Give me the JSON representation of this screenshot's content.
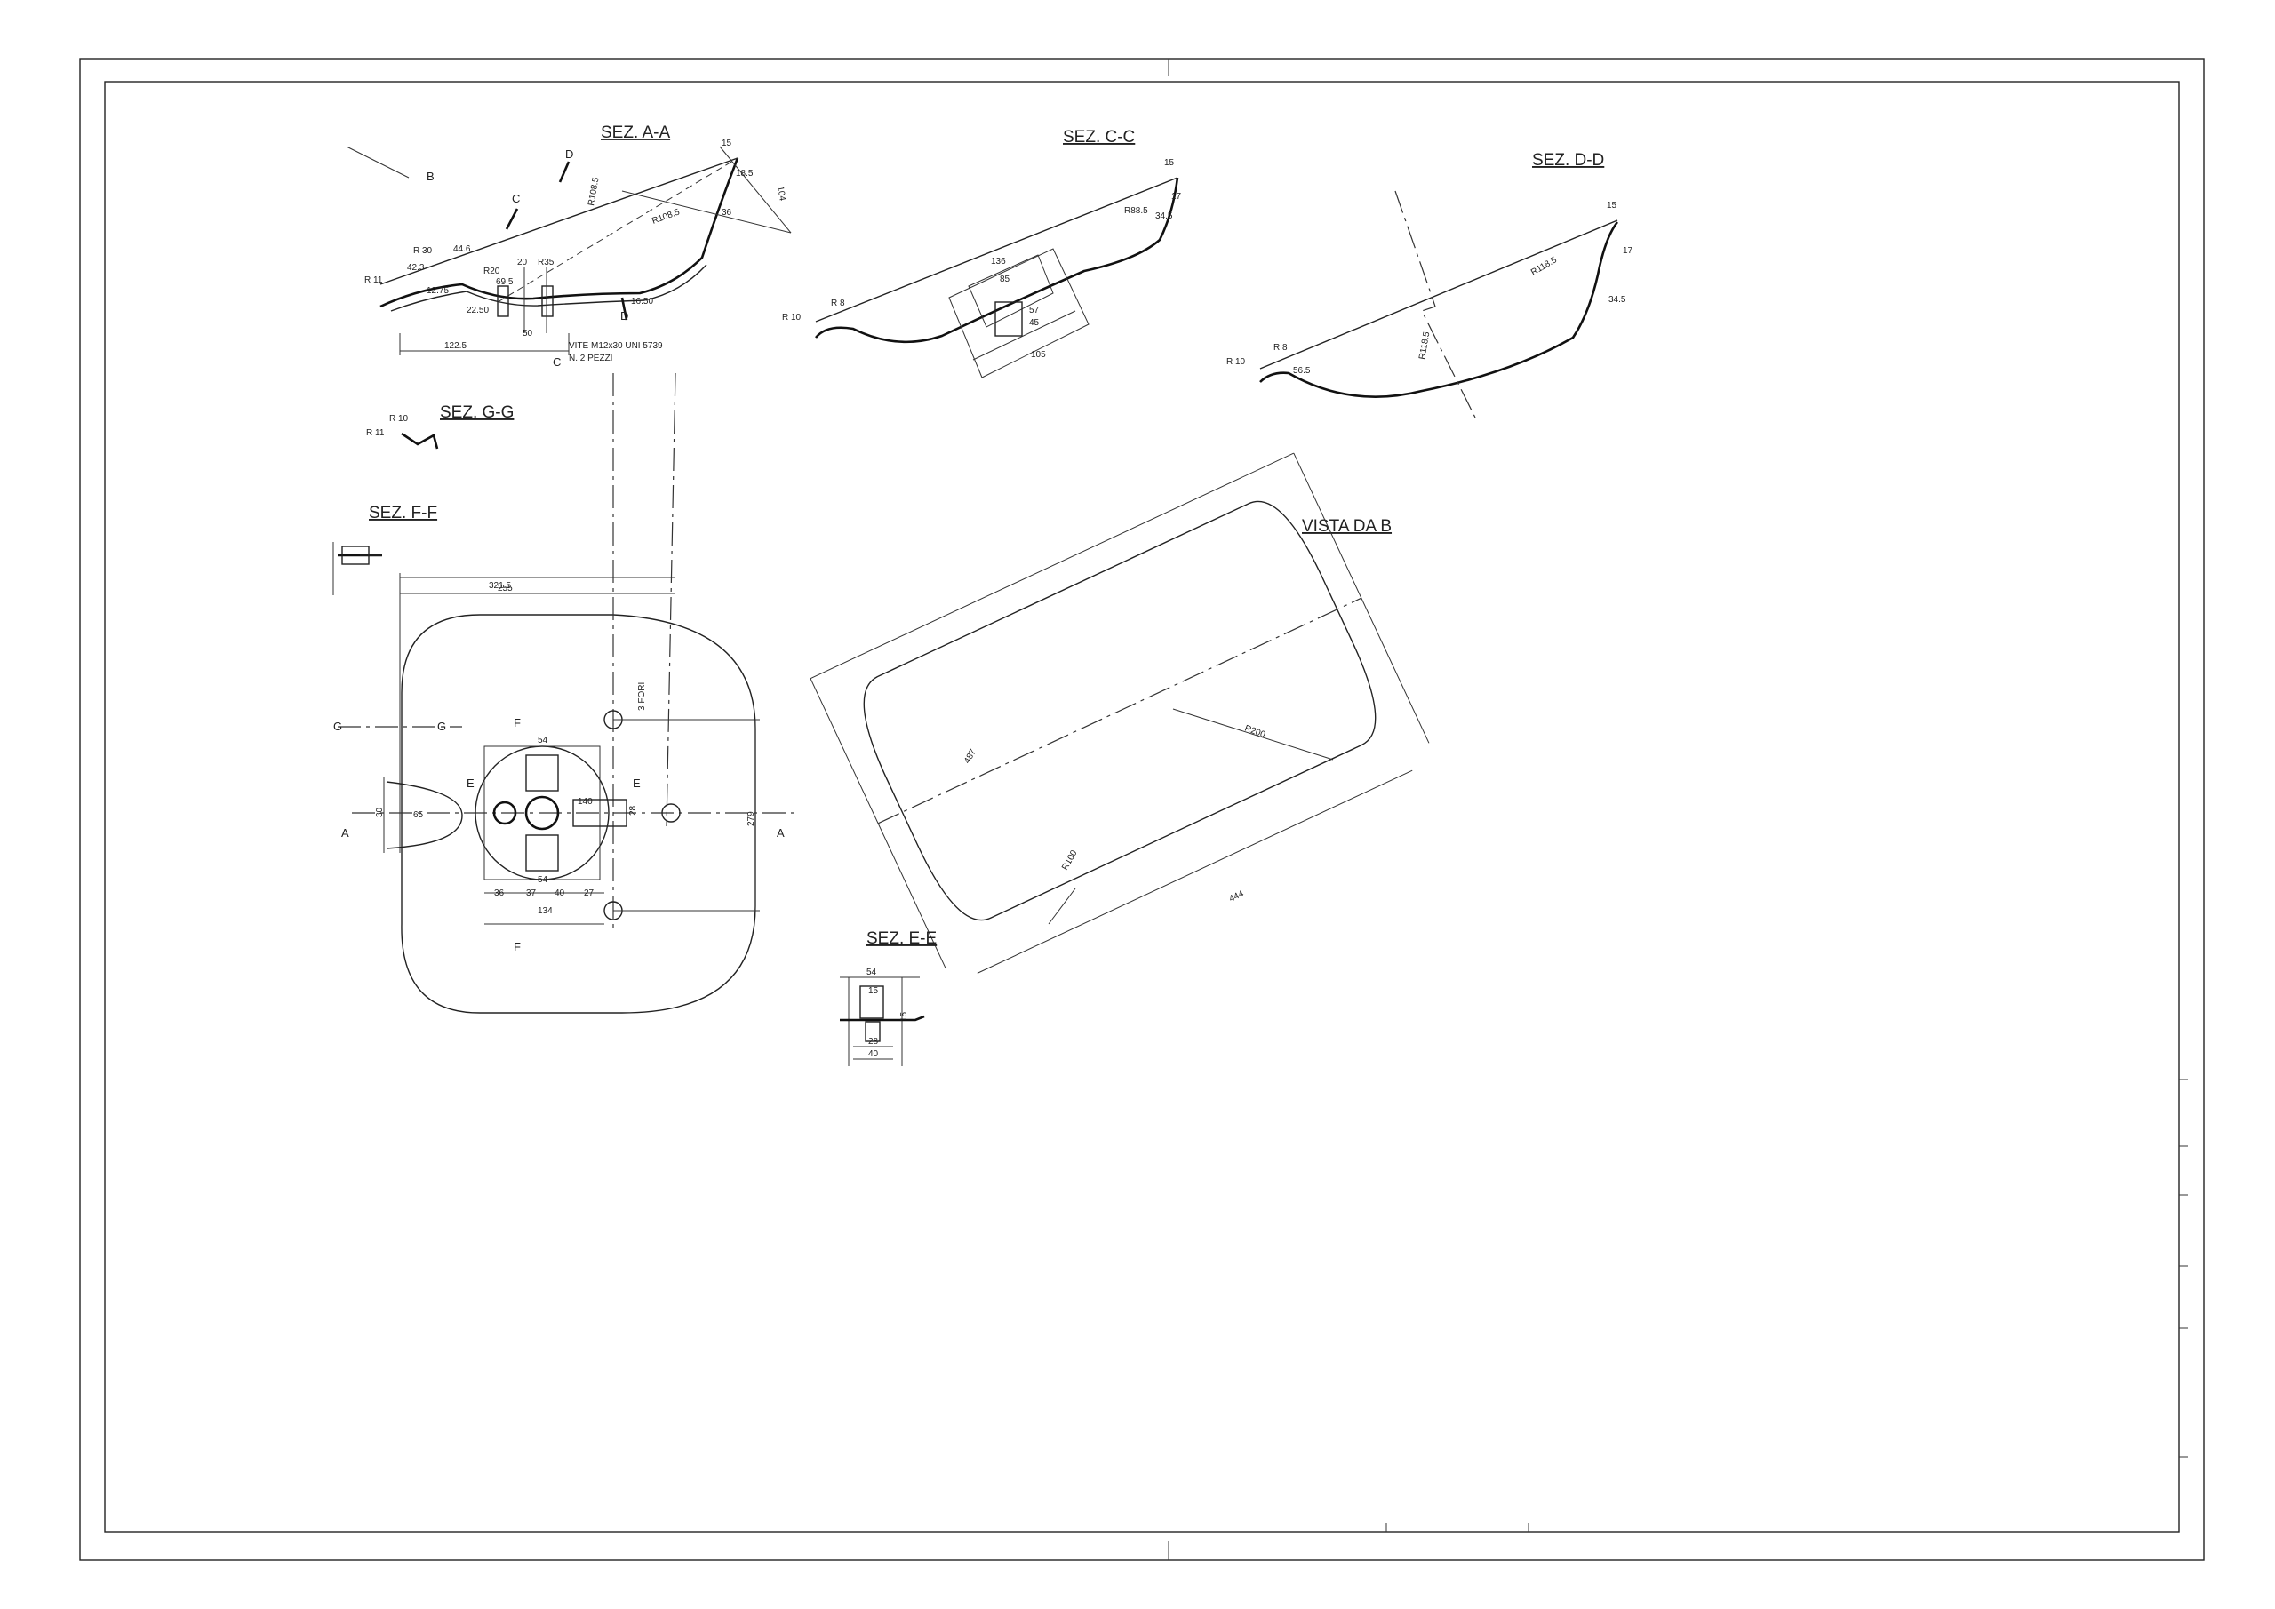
{
  "sections": {
    "aa": "SEZ. A-A",
    "cc": "SEZ. C-C",
    "dd": "SEZ. D-D",
    "gg": "SEZ. G-G",
    "ff": "SEZ. F-F",
    "ee": "SEZ. E-E",
    "vista": "VISTA DA B"
  },
  "note": {
    "line1": "VITE M12x30 UNI 5739",
    "line2": "N. 2 PEZZI"
  },
  "dims_aa": [
    "R 11",
    "R 30",
    "44.6",
    "42.3",
    "12.75",
    "R20",
    "20",
    "R35",
    "69.5",
    "R108.5",
    "R108.5",
    "15",
    "18.5",
    "104",
    "36",
    "16.50",
    "122.5",
    "50",
    "22.50"
  ],
  "dims_cc": [
    "R 10",
    "R 8",
    "136",
    "85",
    "R88.5",
    "34.5",
    "17",
    "15",
    "105",
    "57",
    "45"
  ],
  "dims_dd": [
    "R 10",
    "R 8",
    "56.5",
    "R118.5",
    "R118.5",
    "15",
    "17",
    "34.5"
  ],
  "dims_gg": [
    "R 11",
    "R 10"
  ],
  "dims_plan": [
    "321.5",
    "255",
    "30",
    "65",
    "54",
    "54",
    "36",
    "37",
    "40",
    "27",
    "134",
    "28",
    "279",
    "140",
    "3 FORI"
  ],
  "dims_vista": [
    "R200",
    "R100",
    "444",
    "487"
  ],
  "dims_ee": [
    "54",
    "15",
    "28",
    "40",
    "15"
  ],
  "markers": {
    "a": "A",
    "b": "B",
    "c": "C",
    "d": "D",
    "e": "E",
    "f": "F",
    "g": "G"
  }
}
